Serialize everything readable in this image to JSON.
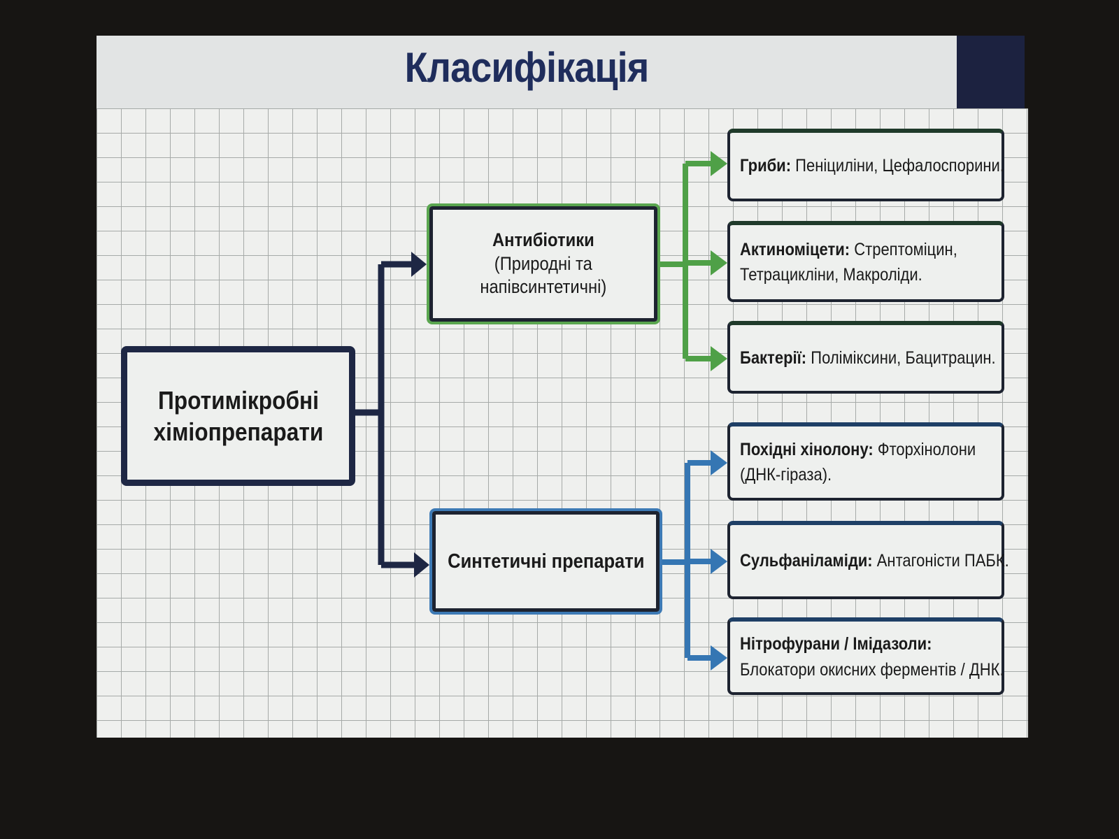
{
  "title": "Класифікація",
  "root": {
    "line1": "Протимікробні",
    "line2": "хіміопрепарати"
  },
  "antibiotics": {
    "title": "Антибіотики",
    "line2": "(Природні та",
    "line3": "напівсинтетичні)"
  },
  "synthetic": {
    "title": "Синтетичні препарати"
  },
  "antibiotic_groups": [
    {
      "label": "Гриби:",
      "text": "Пеніциліни, Цефалоспорини."
    },
    {
      "label": "Актиноміцети:",
      "text": "Стрептоміцин,",
      "text2": "Тетрацикліни, Макроліди."
    },
    {
      "label": "Бактерії:",
      "text": "Поліміксини, Бацитрацин."
    }
  ],
  "synthetic_groups": [
    {
      "label": "Похідні хінолону:",
      "text": "Фторхінолони",
      "text2": "(ДНК-гіраза)."
    },
    {
      "label": "Сульфаніламіди:",
      "text": "Антагоністи ПАБК."
    },
    {
      "label": "Нітрофурани / Імідазоли:",
      "text2": "Блокатори окисних ферментів / ДНК."
    }
  ],
  "colors": {
    "navy": "#1e2744",
    "green": "#4fa047",
    "blue": "#3576b3",
    "title": "#1f2d5c"
  }
}
